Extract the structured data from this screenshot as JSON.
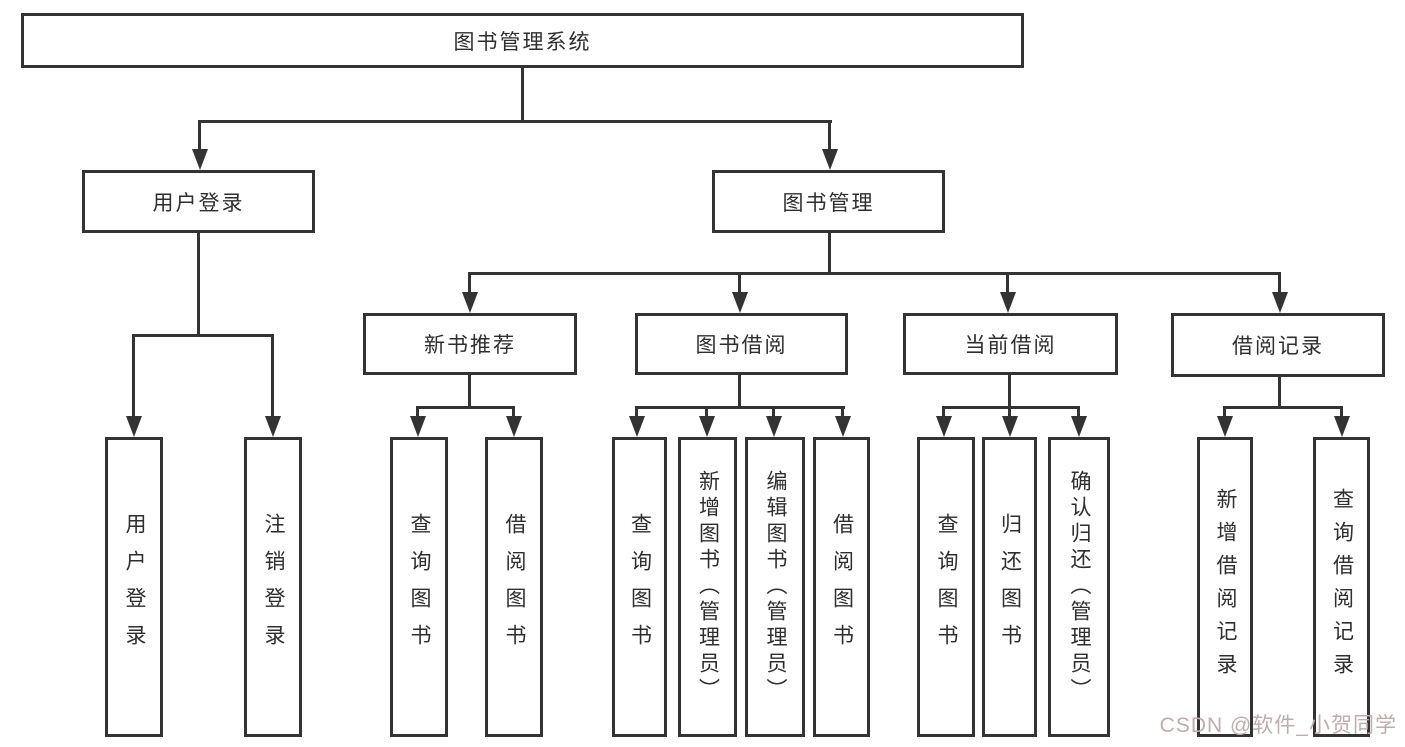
{
  "tree": {
    "label": "图书管理系统",
    "children": [
      {
        "label": "用户登录",
        "children": [
          {
            "label": "用户登录"
          },
          {
            "label": "注销登录"
          }
        ]
      },
      {
        "label": "图书管理",
        "children": [
          {
            "label": "新书推荐",
            "children": [
              {
                "label": "查询图书"
              },
              {
                "label": "借阅图书"
              }
            ]
          },
          {
            "label": "图书借阅",
            "children": [
              {
                "label": "查询图书"
              },
              {
                "label": "新增图书（管理员）"
              },
              {
                "label": "编辑图书（管理员）"
              },
              {
                "label": "借阅图书"
              }
            ]
          },
          {
            "label": "当前借阅",
            "children": [
              {
                "label": "查询图书"
              },
              {
                "label": "归还图书"
              },
              {
                "label": "确认归还（管理员）"
              }
            ]
          },
          {
            "label": "借阅记录",
            "children": [
              {
                "label": "新增借阅记录"
              },
              {
                "label": "查询借阅记录"
              }
            ]
          }
        ]
      }
    ]
  },
  "watermark": {
    "text": "CSDN @软件_小贺同学"
  },
  "colors": {
    "line": "#333333",
    "box_fill": "#ffffff",
    "text": "#2e2e2e",
    "watermark": "#bcaeac"
  }
}
